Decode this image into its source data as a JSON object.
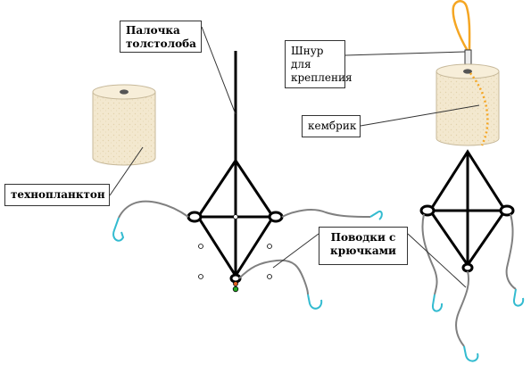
{
  "labels": {
    "stick": "Палочка толстолоба",
    "cord": "Шнур для крепления",
    "kembrik": "кембрик",
    "technoplankton": "технопланктон",
    "leads": "Поводки с крючками"
  },
  "colors": {
    "frame": "#000000",
    "leader_line": "#808080",
    "hook": "#33bbd0",
    "cylinder_fill": "#f3e8cf",
    "cord": "#f5a623",
    "handle_green": "#22aa22",
    "handle_orange": "#e06020"
  },
  "icons": [
    "hook-icon",
    "cylinder-icon",
    "cord-loop-icon",
    "ring-icon"
  ]
}
